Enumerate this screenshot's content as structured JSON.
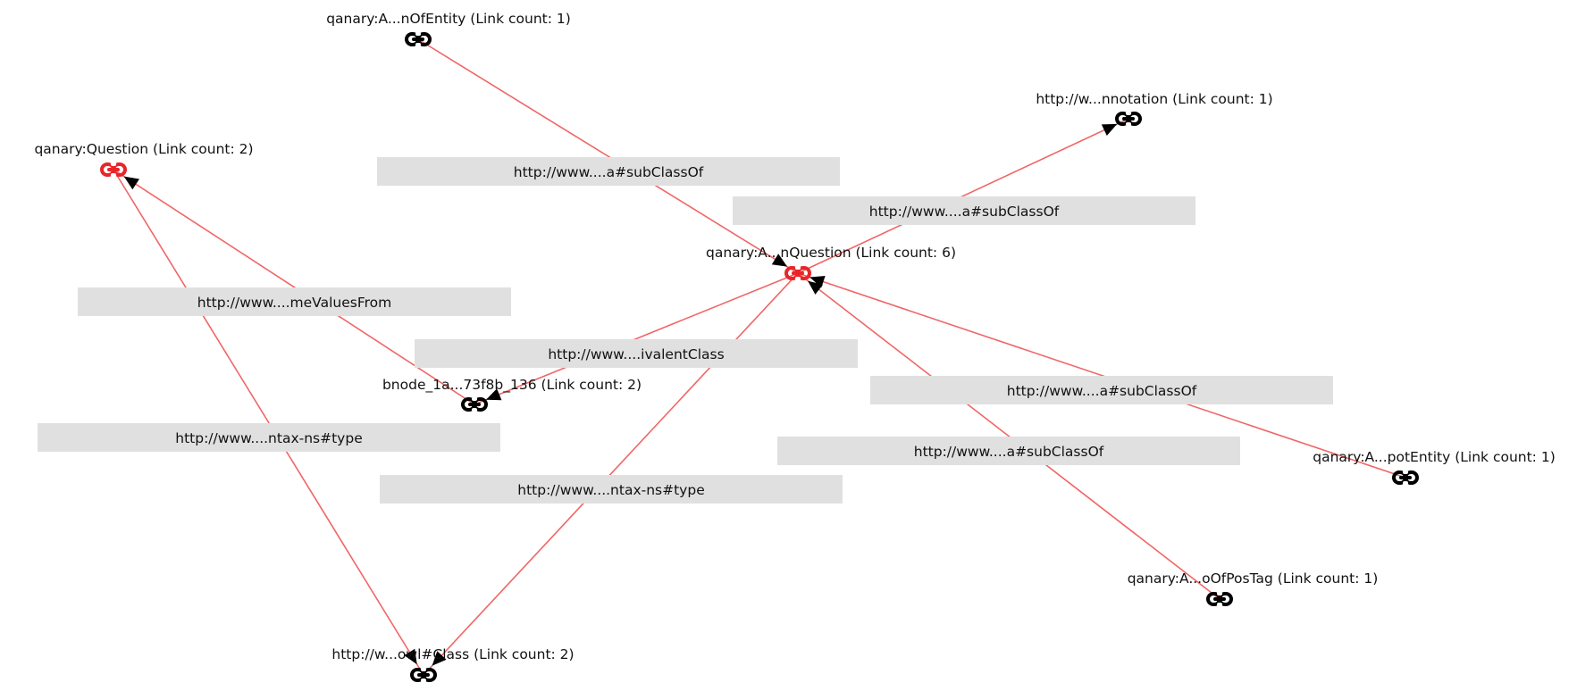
{
  "colors": {
    "edge": "#f06666",
    "label_box": "#e0e0e0",
    "node_highlight": "#e8262a",
    "node_default": "#000000",
    "arrowhead": "#000000"
  },
  "graph": {
    "nodes": [
      {
        "id": "n1",
        "label": "qanary:A...nOfEntity (Link count: 1)",
        "icon": "link-icon",
        "highlighted": false
      },
      {
        "id": "n2",
        "label": "http://w...nnotation (Link count: 1)",
        "icon": "link-icon",
        "highlighted": false
      },
      {
        "id": "n3",
        "label": "qanary:Question (Link count: 2)",
        "icon": "link-icon",
        "highlighted": true
      },
      {
        "id": "n4",
        "label": "qanary:A...nQuestion (Link count: 6)",
        "icon": "link-icon",
        "highlighted": true
      },
      {
        "id": "n5",
        "label": "bnode_1a...73f8b_136 (Link count: 2)",
        "icon": "link-icon",
        "highlighted": false
      },
      {
        "id": "n6",
        "label": "qanary:A...potEntity (Link count: 1)",
        "icon": "link-icon",
        "highlighted": false
      },
      {
        "id": "n7",
        "label": "qanary:A...oOfPosTag (Link count: 1)",
        "icon": "link-icon",
        "highlighted": false
      },
      {
        "id": "n8",
        "label": "http://w...owl#Class (Link count: 2)",
        "icon": "link-icon",
        "highlighted": false
      }
    ],
    "edges": [
      {
        "id": "e1",
        "source": "n1",
        "target": "n4",
        "label": "http://www....a#subClassOf"
      },
      {
        "id": "e2",
        "source": "n4",
        "target": "n2",
        "label": "http://www....a#subClassOf"
      },
      {
        "id": "e3",
        "source": "n5",
        "target": "n3",
        "label": "http://www....meValuesFrom"
      },
      {
        "id": "e4",
        "source": "n4",
        "target": "n5",
        "label": "http://www....ivalentClass"
      },
      {
        "id": "e5",
        "source": "n3",
        "target": "n8",
        "label": "http://www....ntax-ns#type"
      },
      {
        "id": "e6",
        "source": "n4",
        "target": "n8",
        "label": "http://www....ntax-ns#type"
      },
      {
        "id": "e7",
        "source": "n6",
        "target": "n4",
        "label": "http://www....a#subClassOf"
      },
      {
        "id": "e8",
        "source": "n7",
        "target": "n4",
        "label": "http://www....a#subClassOf"
      }
    ]
  }
}
